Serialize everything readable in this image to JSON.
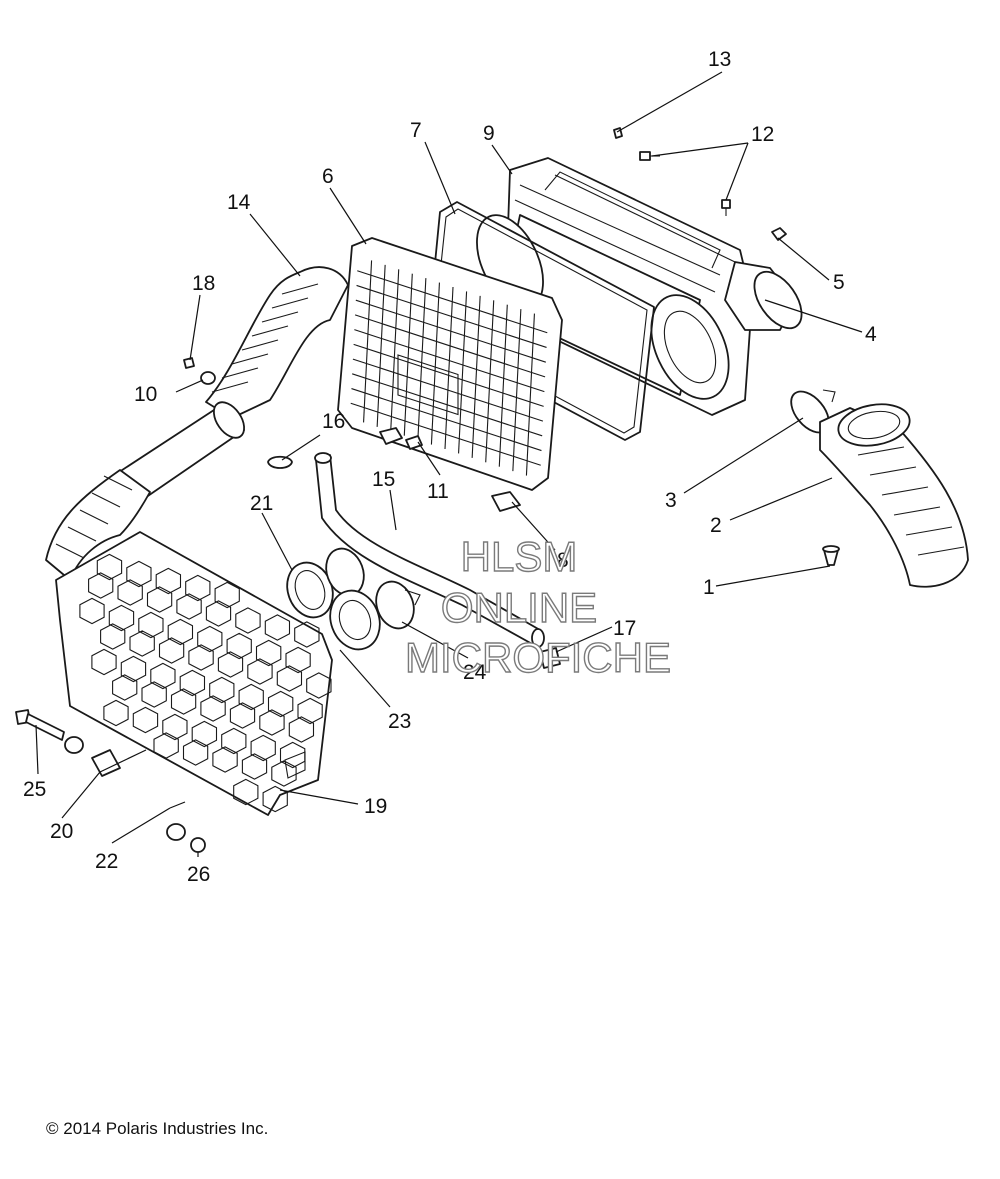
{
  "diagram": {
    "callouts": [
      "1",
      "2",
      "3",
      "4",
      "5",
      "6",
      "7",
      "8",
      "9",
      "10",
      "11",
      "12",
      "13",
      "14",
      "15",
      "16",
      "17",
      "18",
      "19",
      "20",
      "21",
      "22",
      "23",
      "24",
      "25",
      "26"
    ]
  },
  "watermark": {
    "line1": "HLSM",
    "line2": "ONLINE",
    "line3": "MICROFICHE"
  },
  "footer": {
    "copyright": "© 2014 Polaris Industries Inc."
  }
}
